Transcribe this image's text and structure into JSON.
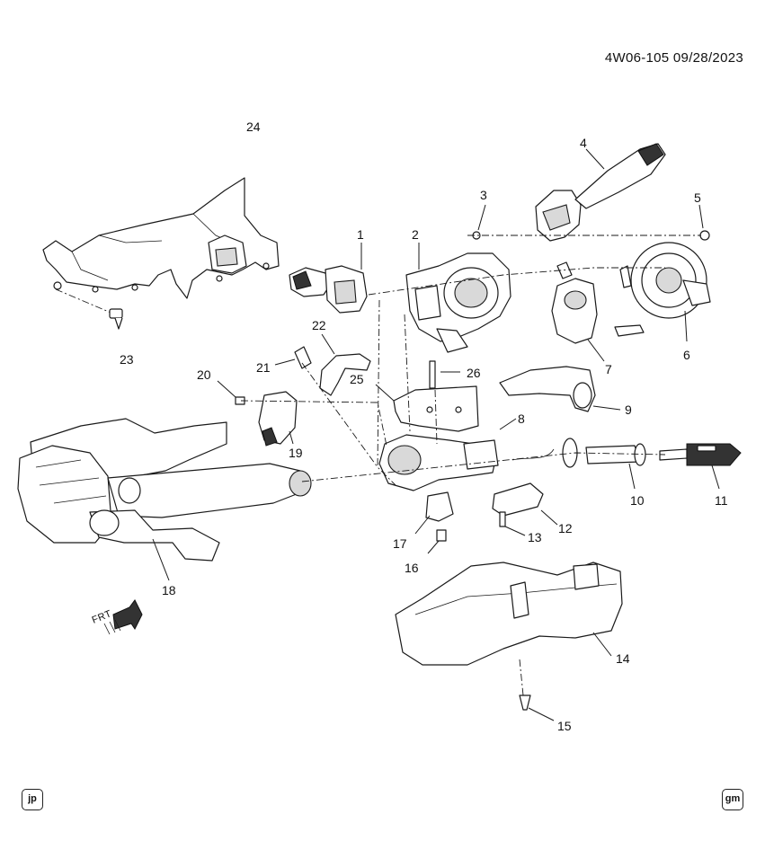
{
  "header": {
    "diagram_code": "4W06-105 09/28/2023"
  },
  "callouts": [
    "1",
    "2",
    "3",
    "4",
    "5",
    "6",
    "7",
    "8",
    "9",
    "10",
    "11",
    "12",
    "13",
    "14",
    "15",
    "16",
    "17",
    "18",
    "19",
    "20",
    "21",
    "22",
    "23",
    "24",
    "25",
    "26"
  ],
  "frt_label": "FRT",
  "footer": {
    "left_badge": "jp",
    "right_badge": "gm"
  }
}
